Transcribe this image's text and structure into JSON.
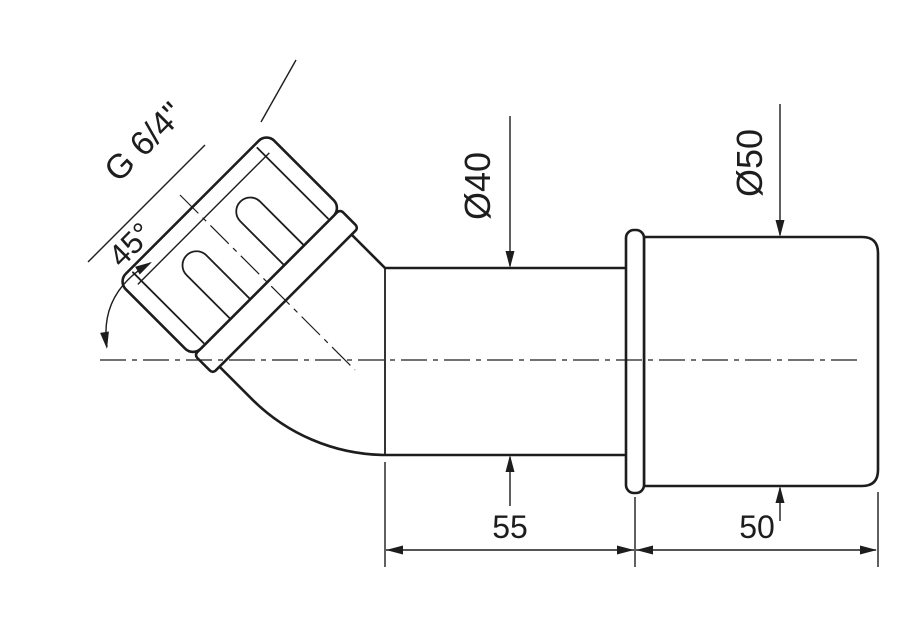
{
  "drawing": {
    "type": "technical-drawing",
    "subject": "45-degree elbow pipe fitting with union nut",
    "background_color": "#ffffff",
    "line_color": "#1d1d1d",
    "labels": {
      "thread_size": "G 6/4\"",
      "bend_angle": "45°",
      "inlet_diameter": "Ø40",
      "outlet_diameter": "Ø50",
      "body_length": "55",
      "outlet_length": "50"
    }
  }
}
